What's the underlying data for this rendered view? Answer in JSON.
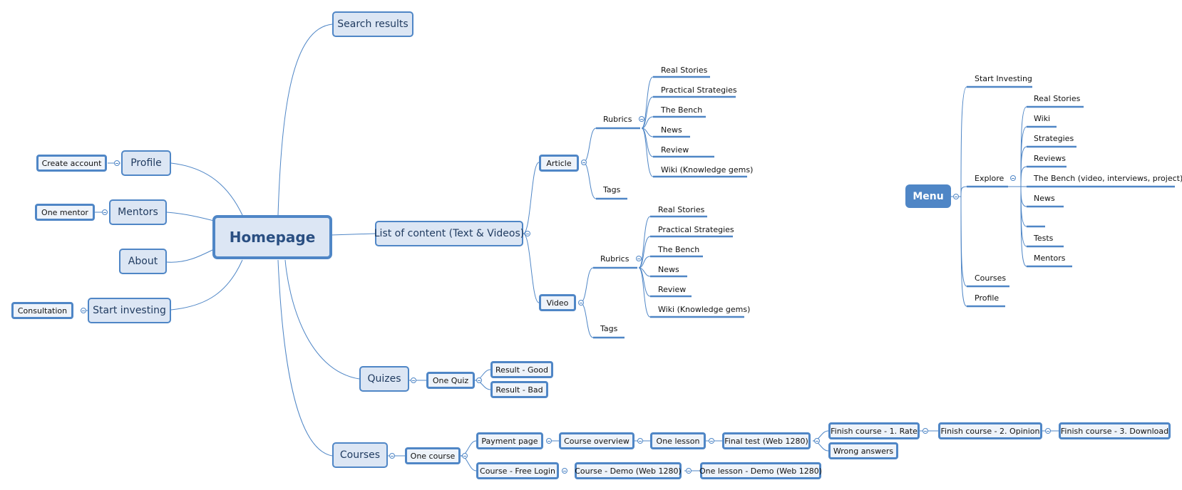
{
  "root": "Homepage",
  "left": {
    "profile": "Profile",
    "create_account": "Create account",
    "mentors": "Mentors",
    "one_mentor": "One mentor",
    "about": "About",
    "start_investing": "Start investing",
    "consultation": "Consultation"
  },
  "search_results": "Search results",
  "list_of_content": "List of content (Text & Videos)",
  "article": {
    "label": "Article",
    "rubrics": "Rubrics",
    "tags": "Tags",
    "items": [
      "Real Stories",
      "Practical Strategies",
      "The Bench",
      "News",
      "Review",
      "Wiki (Knowledge gems)"
    ]
  },
  "video": {
    "label": "Video",
    "rubrics": "Rubrics",
    "tags": "Tags",
    "items": [
      "Real Stories",
      "Practical Strategies",
      "The Bench",
      "News",
      "Review",
      "Wiki (Knowledge gems)"
    ]
  },
  "quizes": {
    "label": "Quizes",
    "one_quiz": "One Quiz",
    "result_good": "Result - Good",
    "result_bad": "Result - Bad"
  },
  "courses": {
    "label": "Courses",
    "one_course": "One course",
    "payment_page": "Payment page",
    "course_overview": "Course overview",
    "one_lesson": "One lesson",
    "final_test": "Final test (Web 1280)",
    "finish_rate": "Finish course - 1. Rate",
    "finish_opinion": "Finish course - 2. Opinion",
    "finish_download": "Finish course - 3. Download",
    "wrong_answers": "Wrong answers",
    "free_login": "Course - Free Login",
    "demo": "Course - Demo (Web 1280)",
    "demo_lesson": "One lesson - Demo (Web 1280)"
  },
  "menu": {
    "label": "Menu",
    "start_investing": "Start Investing",
    "explore": "Explore",
    "explore_items": [
      "Real Stories",
      "Wiki",
      "Strategies",
      "Reviews",
      "The Bench (video, interviews, project)",
      "News",
      "",
      "Tests",
      "Mentors"
    ],
    "courses": "Courses",
    "profile": "Profile"
  },
  "colors": {
    "line": "#4f86c6",
    "node_fill": "#e4ecf7",
    "text": "#1f3a5f",
    "menu_fill": "#4f86c6"
  }
}
